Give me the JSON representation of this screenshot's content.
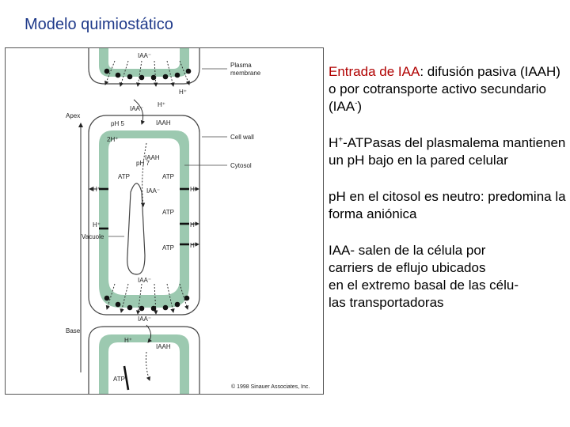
{
  "slide": {
    "title": "Modelo quimiostático"
  },
  "figure": {
    "labels": {
      "plasma_membrane": [
        "Plasma",
        "membrane"
      ],
      "apex": "Apex",
      "base": "Base",
      "cell_wall": "Cell wall",
      "cytosol": "Cytosol",
      "vacuole": "Vacuole"
    },
    "chem": {
      "iaa_anion": "IAA⁻",
      "iaah": "IAAH",
      "h_plus": "H⁺",
      "two_h_plus": "2H⁺",
      "atp": "ATP",
      "ph5": "pH 5",
      "ph7": "pH 7"
    },
    "copyright": "© 1998 Sinauer Associates, Inc."
  },
  "text": {
    "p1_red": "Entrada de IAA",
    "p1_colon": ":",
    "p1_rest": " difusión pasiva (IAAH) o por cotransporte activo secundario (IAA",
    "p1_sup": "-",
    "p1_end": ")",
    "p2_a": "H",
    "p2_sup": "+",
    "p2_b": "-ATPasas del plasmalema mantienen un pH bajo en la pared celular",
    "p3": "pH en el citosol es neutro: predomina la forma aniónica",
    "p4_lines": [
      "IAA- salen de la célula por",
      "carriers de eflujo ubicados",
      "en el extremo basal de las célu-",
      "las transportadoras"
    ]
  },
  "colors": {
    "title": "#1f3a8a",
    "red_text": "#b00000",
    "cytosol_green": "#9cc9b0"
  }
}
